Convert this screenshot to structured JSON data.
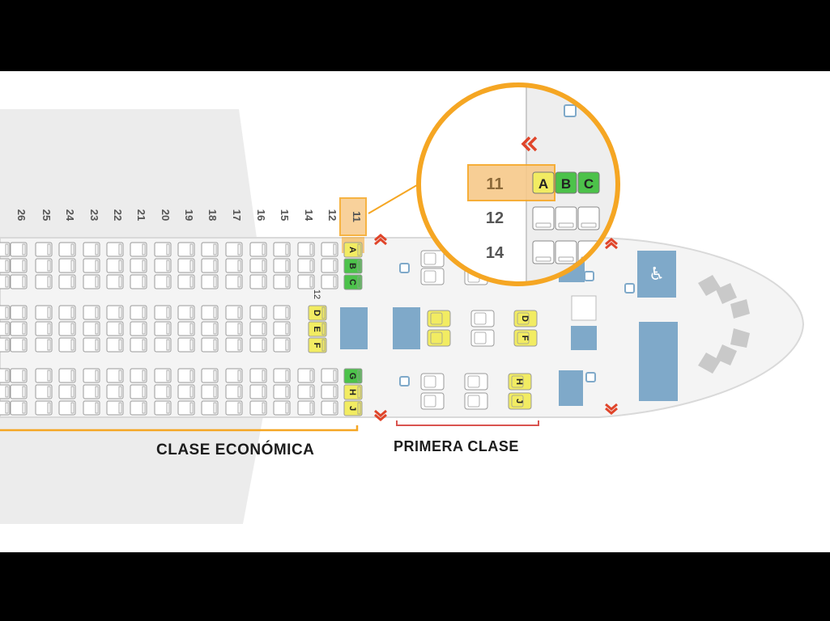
{
  "seatmap": {
    "economy_rows": [
      "26",
      "25",
      "24",
      "23",
      "22",
      "21",
      "20",
      "19",
      "18",
      "17",
      "16",
      "15",
      "14",
      "12"
    ],
    "highlighted_row": "11",
    "row12_side_label": "12",
    "economy_letters": {
      "left_block": [
        "A",
        "B",
        "C"
      ],
      "middle_block": [
        "D",
        "E",
        "F"
      ],
      "right_block": [
        "G",
        "H",
        "J"
      ]
    },
    "first_letters": {
      "middle": [
        "D",
        "F"
      ],
      "right": [
        "H",
        "J"
      ]
    },
    "zoom": {
      "rows": [
        "11",
        "12",
        "14"
      ],
      "seat_letters": [
        "A",
        "B",
        "C"
      ]
    },
    "class_labels": {
      "economy": "CLASE ECONÓMICA",
      "first": "PRIMERA CLASE"
    }
  },
  "colors": {
    "highlight_orange": "#f5a623",
    "exit_red": "#e0452a",
    "seat_yellow": "#f2ec62",
    "seat_green": "#4cc24a",
    "lavatory_blue": "#7fa9c9",
    "seat_outline": "#9a9a9a",
    "first_line_red": "#d9534f"
  }
}
